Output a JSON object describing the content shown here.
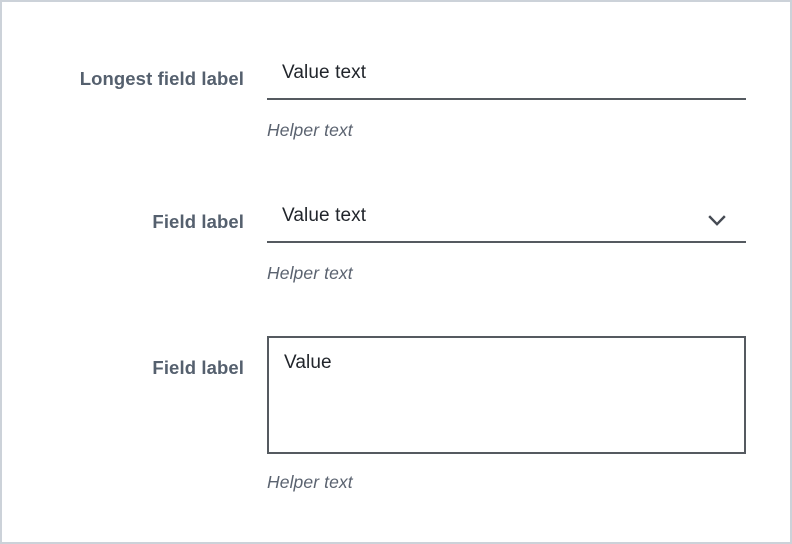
{
  "theme": {
    "canvas_background": "#ffffff",
    "canvas_border": "#ccd2d9",
    "label_color": "#55606e",
    "value_color": "#21252b",
    "helper_color": "#5b6370",
    "control_line_color": "#555a60"
  },
  "form": {
    "fields": [
      {
        "type": "text-input",
        "label": "Longest field label",
        "value": "Value text",
        "placeholder": "",
        "helper": "Helper text"
      },
      {
        "type": "select",
        "label": "Field label",
        "value": "Value text",
        "placeholder": "",
        "helper": "Helper text",
        "icon": "chevron-down-icon"
      },
      {
        "type": "textarea",
        "label": "Field label",
        "value": "Value",
        "placeholder": "",
        "helper": "Helper text"
      }
    ]
  }
}
